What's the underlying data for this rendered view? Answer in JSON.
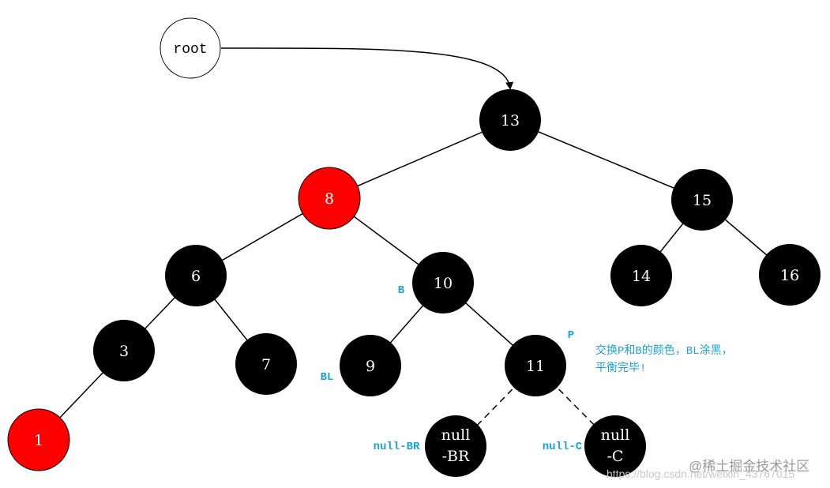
{
  "root_label": "root",
  "nodes": {
    "n13": {
      "label": "13",
      "color": "black"
    },
    "n8": {
      "label": "8",
      "color": "red"
    },
    "n15": {
      "label": "15",
      "color": "black"
    },
    "n6": {
      "label": "6",
      "color": "black"
    },
    "n10": {
      "label": "10",
      "color": "black"
    },
    "n14": {
      "label": "14",
      "color": "black"
    },
    "n16": {
      "label": "16",
      "color": "black"
    },
    "n3": {
      "label": "3",
      "color": "black"
    },
    "n7": {
      "label": "7",
      "color": "black"
    },
    "n9": {
      "label": "9",
      "color": "black"
    },
    "n11": {
      "label": "11",
      "color": "black"
    },
    "n1": {
      "label": "1",
      "color": "red"
    },
    "nullBR": {
      "line1": "null",
      "line2": "-BR",
      "color": "black"
    },
    "nullC": {
      "line1": "null",
      "line2": "-C",
      "color": "black"
    }
  },
  "tags": {
    "b": "B",
    "bl": "BL",
    "p": "P",
    "null_br": "null-BR",
    "null_c": "null-C"
  },
  "note": {
    "line1": "交换P和B的颜色，BL涂黑，",
    "line2": "平衡完毕!"
  },
  "watermark": {
    "text": "@稀土掘金技术社区",
    "url": "https://blog.csdn.net/weixin_43767015"
  },
  "colors": {
    "black_node": "#000000",
    "red_node": "#ff0000",
    "annotation": "#1aa3d1",
    "edge": "#000000"
  }
}
